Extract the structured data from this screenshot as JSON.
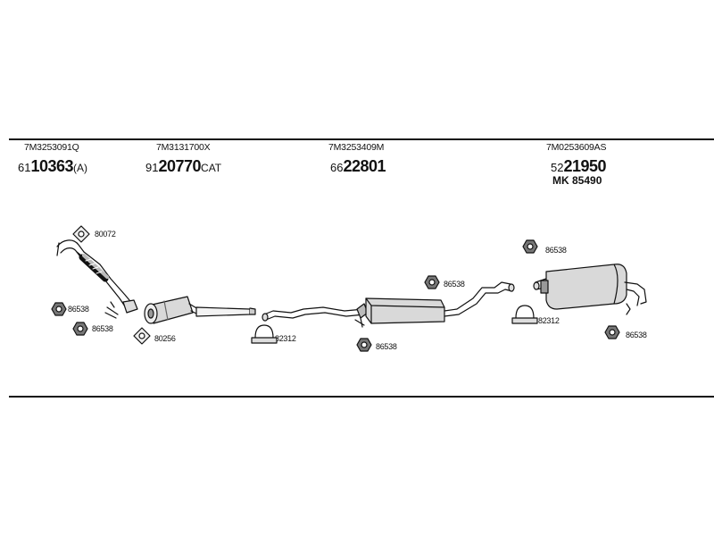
{
  "sections": [
    {
      "oem": "7M3253091Q",
      "prefix": "61",
      "bold": "10363",
      "suffix": "(A)"
    },
    {
      "oem": "7M3131700X",
      "prefix": "91",
      "bold": "20770",
      "suffix": "CAT"
    },
    {
      "oem": "7M3253409M",
      "prefix": "66",
      "bold": "22801",
      "suffix": ""
    },
    {
      "oem": "7M0253609AS",
      "prefix": "52",
      "bold": "21950",
      "suffix": "",
      "extra": "MK  85490"
    }
  ],
  "parts": {
    "gasket_front": "80072",
    "nut_left_1": "86538",
    "nut_left_2": "86538",
    "gasket_cat": "80256",
    "clamp_mid": "82312",
    "nut_mid_top": "86538",
    "nut_mid_bottom": "86538",
    "nut_rear_top": "86538",
    "clamp_rear": "82312",
    "nut_rear_bottom": "86538"
  },
  "colors": {
    "line": "#111111",
    "fill": "#d9d9d9",
    "fill_dark": "#9a9a9a",
    "background": "#ffffff"
  },
  "icons": [
    "gasket-icon",
    "nut-icon",
    "clamp-icon"
  ]
}
